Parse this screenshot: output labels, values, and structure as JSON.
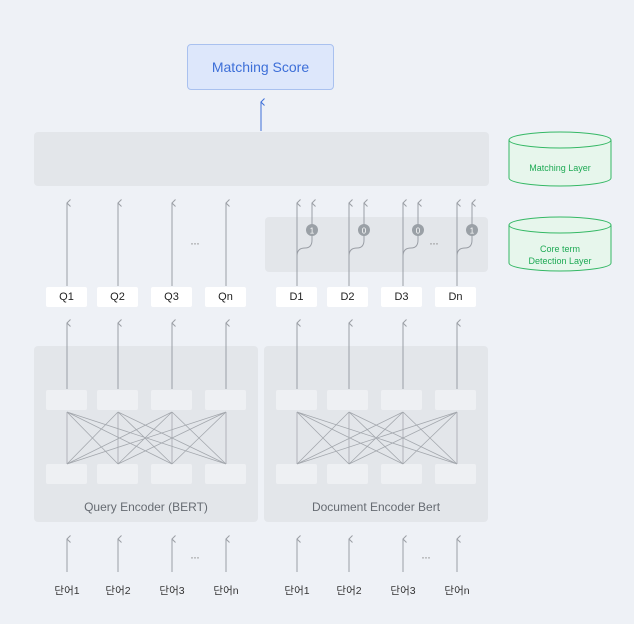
{
  "matching_score": "Matching Score",
  "layers": {
    "matching_layer": "Matching Layer",
    "core_term_line1": "Core term",
    "core_term_line2": "Detection Layer"
  },
  "query_tokens": [
    "Q1",
    "Q2",
    "Q3",
    "Qn"
  ],
  "document_tokens": [
    "D1",
    "D2",
    "D3",
    "Dn"
  ],
  "core_flags": [
    "1",
    "0",
    "0",
    "1"
  ],
  "encoders": {
    "query": "Query Encoder (BERT)",
    "document": "Document Encoder Bert"
  },
  "query_words": [
    "단어1",
    "단어2",
    "단어3",
    "단어n"
  ],
  "document_words": [
    "단어1",
    "단어2",
    "단어3",
    "단어n"
  ],
  "ellipsis": "···",
  "colors": {
    "background": "#eef1f6",
    "panel": "#e3e6ea",
    "score_fill": "#dde7fb",
    "score_text": "#3d6fd8",
    "cylinder_stroke": "#35b865",
    "cylinder_fill": "#e7f6ec",
    "flag_circle": "#9aa0a6"
  }
}
